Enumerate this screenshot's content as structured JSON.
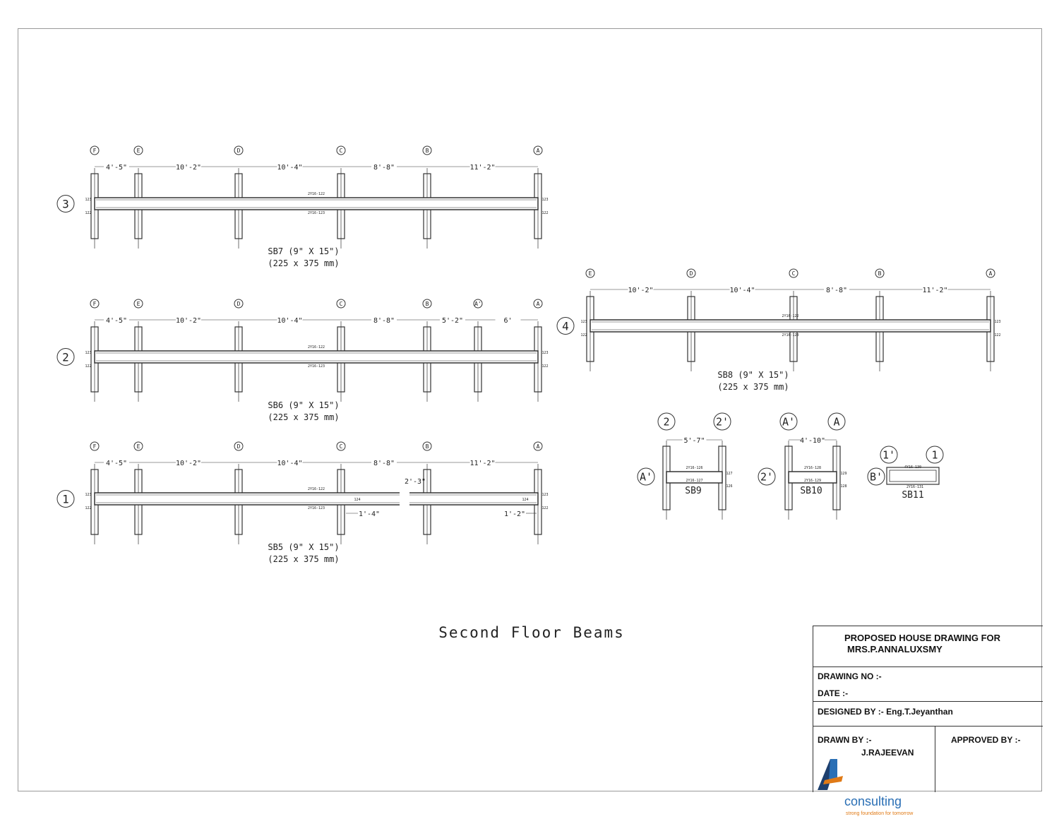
{
  "drawing_title": "Second Floor Beams",
  "beams": [
    {
      "name": "SB7",
      "row": "3",
      "grids": [
        "F",
        "E",
        "D",
        "C",
        "B",
        "A"
      ],
      "dims": [
        "4'-5\"",
        "10'-2\"",
        "10'-4\"",
        "8'-8\"",
        "11'-2\""
      ],
      "caption": [
        "SB7 (9\" X 15\")",
        "(225 x 375 mm)"
      ],
      "top_bar": "2Y16-122",
      "bottom_bar": "2Y16-123",
      "end_marks": [
        "123",
        "122"
      ]
    },
    {
      "name": "SB6",
      "row": "2",
      "grids": [
        "F",
        "E",
        "D",
        "C",
        "B",
        "A'",
        "A"
      ],
      "dims": [
        "4'-5\"",
        "10'-2\"",
        "10'-4\"",
        "8'-8\"",
        "5'-2\"",
        "6'"
      ],
      "caption": [
        "SB6 (9\" X 15\")",
        "(225 x 375 mm)"
      ],
      "top_bar": "2Y16-122",
      "bottom_bar": "2Y16-123",
      "end_marks": [
        "123",
        "122"
      ]
    },
    {
      "name": "SB5",
      "row": "1",
      "grids": [
        "F",
        "E",
        "D",
        "C",
        "B",
        "A"
      ],
      "dims": [
        "4'-5\"",
        "10'-2\"",
        "10'-4\"",
        "8'-8\"",
        "11'-2\""
      ],
      "caption": [
        "SB5 (9\" X 15\")",
        "(225 x 375 mm)"
      ],
      "top_bar": "2Y16-122",
      "bottom_bar": "2Y16-123",
      "end_marks": [
        "123",
        "122"
      ],
      "extra_dims": [
        "2'-3\"",
        "1'-4\"",
        "1'-2\""
      ],
      "extra_marks": [
        "124",
        "124"
      ]
    },
    {
      "name": "SB8",
      "row": "4",
      "grids": [
        "E",
        "D",
        "C",
        "B",
        "A"
      ],
      "dims": [
        "10'-2\"",
        "10'-4\"",
        "8'-8\"",
        "11'-2\""
      ],
      "caption": [
        "SB8 (9\" X 15\")",
        "(225 x 375 mm)"
      ],
      "top_bar": "2Y16-122",
      "bottom_bar": "2Y16-123",
      "end_marks": [
        "123",
        "122"
      ]
    }
  ],
  "small_beams": [
    {
      "name": "SB9",
      "row": "A'",
      "grids": [
        "2",
        "2'"
      ],
      "dim": "5'-7\"",
      "top_bar": "2Y16-126",
      "bottom_bar": "2Y16-127",
      "end_marks": [
        "127",
        "126"
      ]
    },
    {
      "name": "SB10",
      "row": "2'",
      "grids": [
        "A'",
        "A"
      ],
      "dim": "4'-10\"",
      "top_bar": "2Y16-128",
      "bottom_bar": "2Y16-129",
      "end_marks": [
        "129",
        "128"
      ]
    },
    {
      "name": "SB11",
      "row": "B'",
      "grids": [
        "1'",
        "1"
      ],
      "top_bar": "4Y16-130",
      "bottom_bar": "2Y16-131"
    }
  ],
  "title_block": {
    "project_line1": "PROPOSED HOUSE DRAWING FOR",
    "project_line2": "MRS.P.ANNALUXSMY",
    "drawing_no": "DRAWING NO :-",
    "date": "DATE :-",
    "designed_by": "DESIGNED BY :-  Eng.T.Jeyanthan",
    "drawn_by_label": "DRAWN BY :-",
    "drawn_by_name": "J.RAJEEVAN",
    "approved_by": "APPROVED BY  :-",
    "logo_text": "consulting",
    "logo_tagline": "strong foundation for tomorrow",
    "logo_colors": {
      "navy": "#1d3f6e",
      "orange": "#e07a16",
      "blue": "#2a6fb5"
    }
  }
}
